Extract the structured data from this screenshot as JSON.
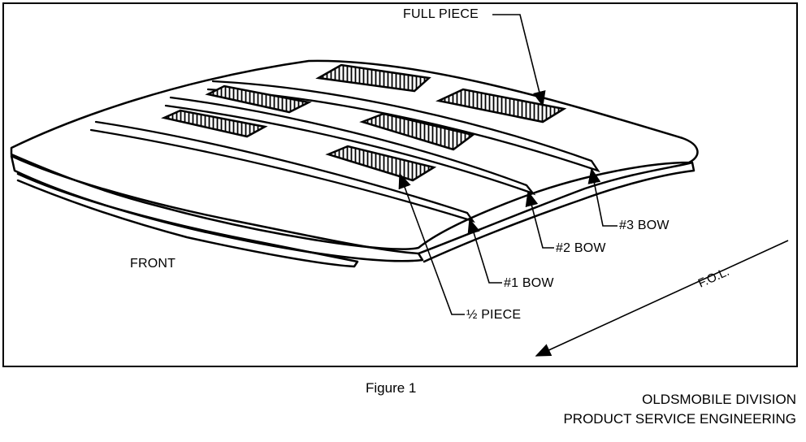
{
  "labels": {
    "full_piece": "FULL PIECE",
    "front": "FRONT",
    "bow3": "#3 BOW",
    "bow2": "#2 BOW",
    "bow1": "#1 BOW",
    "half_piece": "½ PIECE",
    "fol": "F.O.L."
  },
  "caption": "Figure 1",
  "credit": {
    "line1": "OLDSMOBILE DIVISION",
    "line2": "PRODUCT SERVICE ENGINEERING"
  }
}
